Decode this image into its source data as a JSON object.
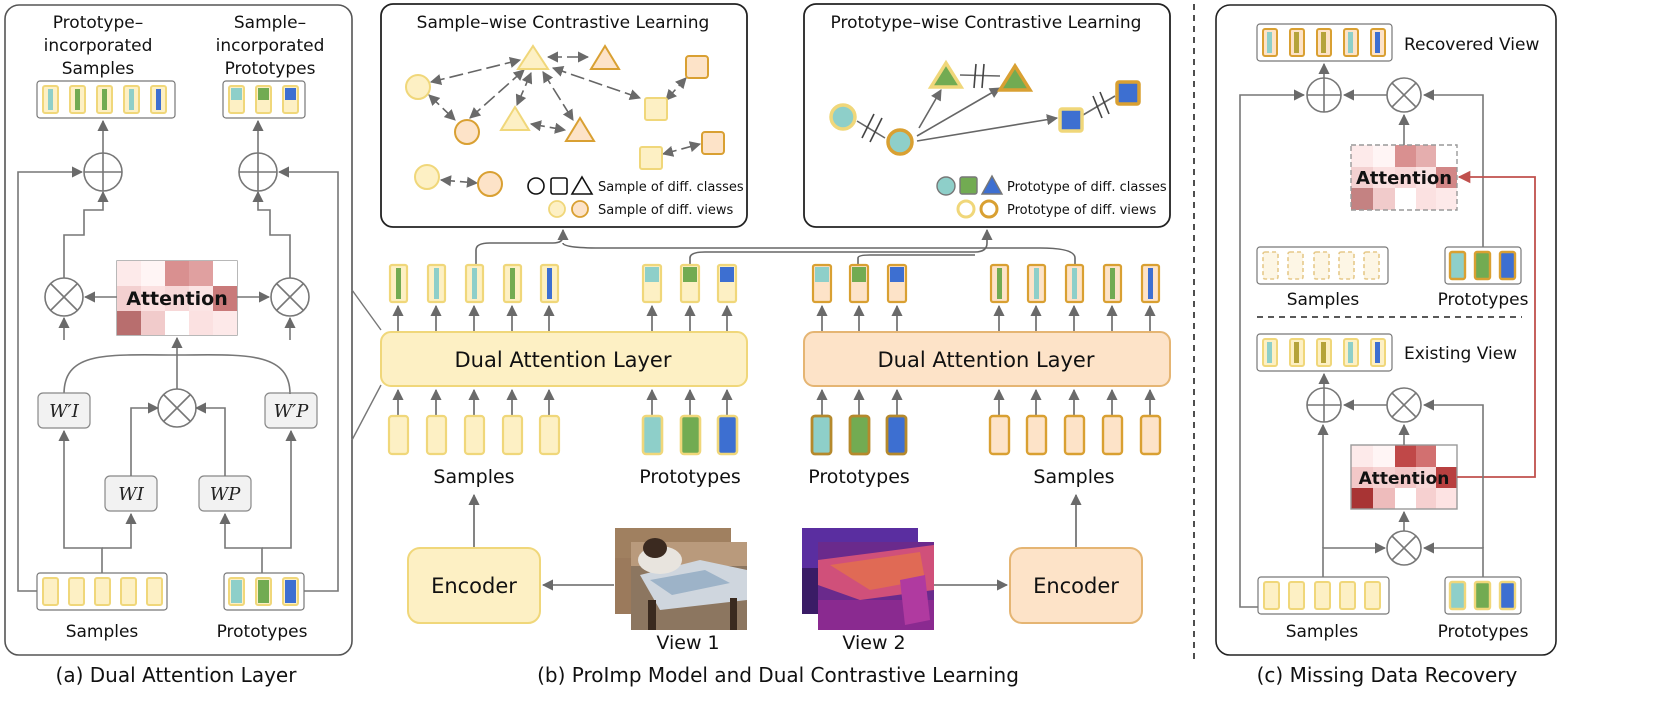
{
  "panel_a": {
    "caption": "(a) Dual Attention Layer",
    "out_samples_label": [
      "Prototype–",
      "incorporated",
      "Samples"
    ],
    "out_protos_label": [
      "Sample–",
      "incorporated",
      "Prototypes"
    ],
    "attention_label": "Attention",
    "w_i_prime": "W′I",
    "w_p_prime": "W′P",
    "w_i": "WI",
    "w_p": "WP",
    "samples_label": "Samples",
    "prototypes_label": "Prototypes"
  },
  "panel_b": {
    "caption": "(b) ProImp Model and Dual Contrastive Learning",
    "sample_cl_title": "Sample–wise Contrastive Learning",
    "proto_cl_title": "Prototype–wise Contrastive Learning",
    "legend_sample_classes": "Sample of diff. classes",
    "legend_sample_views": "Sample of diff. views",
    "legend_proto_classes": "Prototype of diff. classes",
    "legend_proto_views": "Prototype of diff. views",
    "dual_attention_label_1": "Dual Attention Layer",
    "dual_attention_label_2": "Dual Attention Layer",
    "samples_label_1": "Samples",
    "prototypes_label_1": "Prototypes",
    "prototypes_label_2": "Prototypes",
    "samples_label_2": "Samples",
    "encoder_label_1": "Encoder",
    "encoder_label_2": "Encoder",
    "view1_label": "View 1",
    "view2_label": "View 2"
  },
  "panel_c": {
    "caption": "(c) Missing Data Recovery",
    "recovered_view_label": "Recovered View",
    "existing_view_label": "Existing View",
    "attention_label_top": "Attention",
    "attention_label_bottom": "Attention",
    "samples_label_mid": "Samples",
    "prototypes_label_mid": "Prototypes",
    "samples_label_bottom": "Samples",
    "prototypes_label_bottom": "Prototypes"
  },
  "colors": {
    "sample_fill": "#fdf0c4",
    "sample_stroke": "#f0d77a",
    "view2_fill": "#fde3c8",
    "view2_stroke": "#d9a032",
    "teal": "#8ecfc9",
    "green": "#72ab52",
    "blue": "#3d6fd1",
    "olive": "#b5a33a",
    "attention_dark": "#c97a7a",
    "recovery_arrow": "#c0504d"
  }
}
